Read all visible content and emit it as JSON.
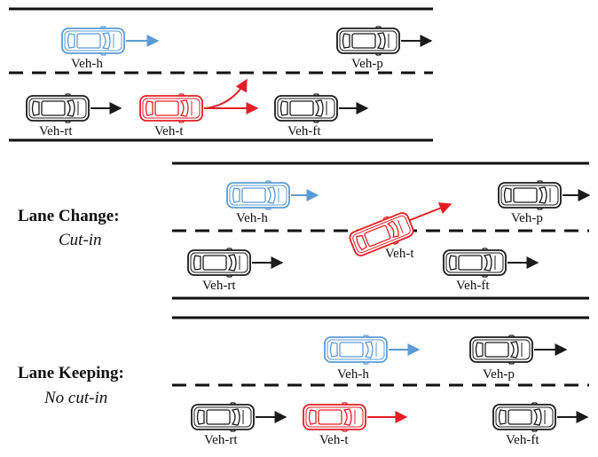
{
  "colors": {
    "black_vehicle": "#1a1a1a",
    "blue_vehicle": "#5b9bd5",
    "red_vehicle": "#e31e24",
    "road_line": "#111111"
  },
  "icons": {
    "car": "car-icon",
    "arrow": "arrow-right-icon",
    "curved_arrow": "curved-arrow-icon"
  },
  "scenarios": {
    "top": {
      "labels": {
        "veh_h": "Veh-h",
        "veh_p": "Veh-p",
        "veh_rt": "Veh-rt",
        "veh_t": "Veh-t",
        "veh_ft": "Veh-ft"
      }
    },
    "lane_change": {
      "title": "Lane Change:",
      "subtitle": "Cut-in",
      "labels": {
        "veh_h": "Veh-h",
        "veh_p": "Veh-p",
        "veh_t": "Veh-t",
        "veh_rt": "Veh-rt",
        "veh_ft": "Veh-ft"
      }
    },
    "lane_keeping": {
      "title": "Lane Keeping:",
      "subtitle": "No cut-in",
      "labels": {
        "veh_h": "Veh-h",
        "veh_p": "Veh-p",
        "veh_rt": "Veh-rt",
        "veh_t": "Veh-t",
        "veh_ft": "Veh-ft"
      }
    }
  }
}
